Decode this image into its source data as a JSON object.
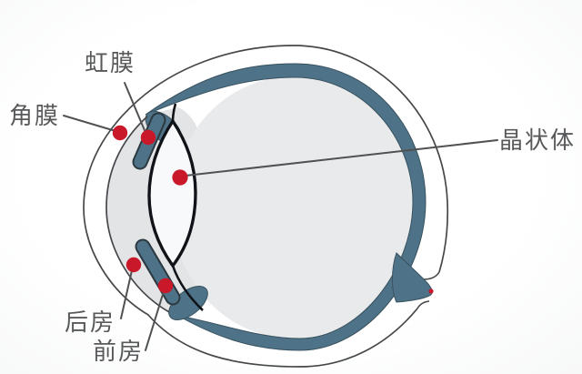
{
  "diagram": {
    "type": "eye-anatomy-cross-section",
    "labels": {
      "iris": "虹膜",
      "cornea": "角膜",
      "lens": "晶状体",
      "posterior_chamber": "后房",
      "anterior_chamber": "前房"
    },
    "markers": {
      "style": "red-dot",
      "count": 6,
      "targets": [
        "cornea",
        "iris",
        "lens",
        "posterior_chamber",
        "anterior_chamber",
        "optic_nerve_head"
      ]
    },
    "colors": {
      "marker_red": "#c9182a",
      "tissue_blue": "#4e7287",
      "tissue_blue_outline": "#39525f",
      "vitreous_gray": "#e8eaeb",
      "chamber_gray": "#e2e4e5",
      "outline_dark": "#45474a",
      "lens_outline": "#101418",
      "label_text": "#58595b"
    }
  }
}
